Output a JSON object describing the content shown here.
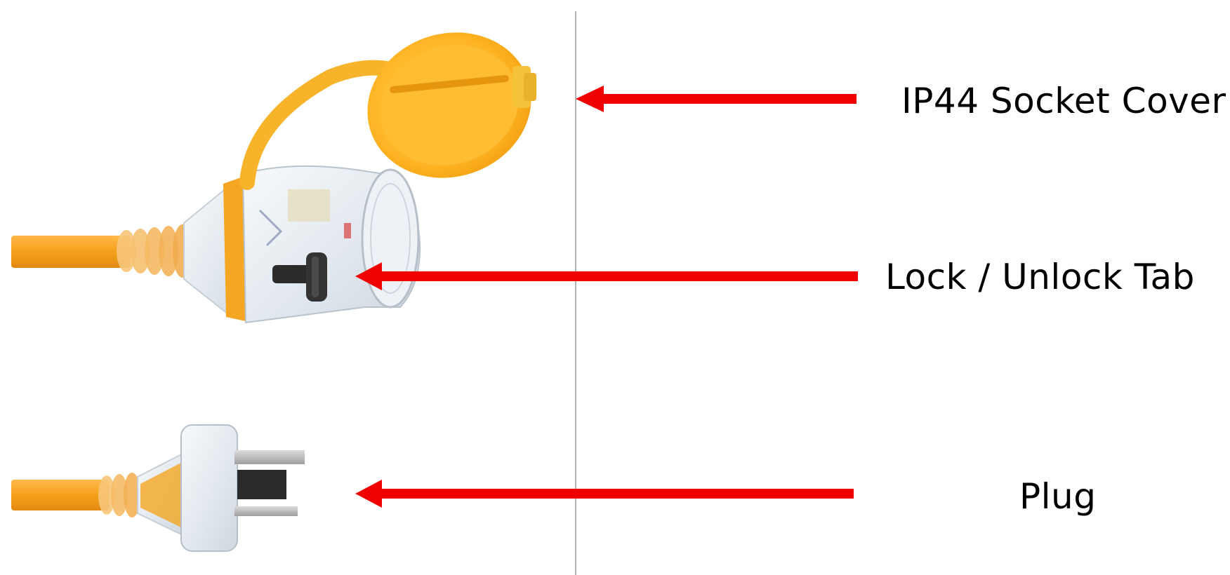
{
  "labels": {
    "socket_cover": "IP44 Socket Cover",
    "lock_tab": "Lock / Unlock Tab",
    "plug": "Plug"
  },
  "colors": {
    "background": "#ffffff",
    "arrow": "#f00000",
    "divider": "#9a9a9a",
    "cable_orange": "#f5a623",
    "cover_yellow": "#ffc21a",
    "clear_plastic": "#e9eef3",
    "lock_tab_dark": "#2b2b2b",
    "pin_metal": "#b9b9b9",
    "label_text": "#000000"
  },
  "icons": {
    "socket_cover": "ip44-socket-cover-illustration",
    "lock_tab": "lock-tab-illustration",
    "plug": "plug-illustration"
  }
}
